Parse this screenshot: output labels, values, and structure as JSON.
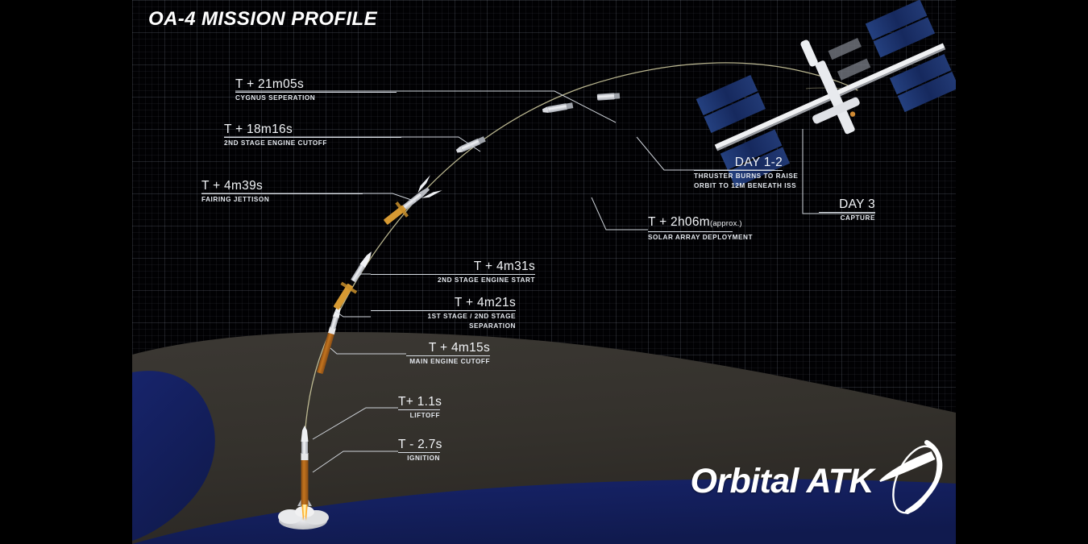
{
  "title": "OA-4 MISSION PROFILE",
  "brand": {
    "name": "Orbital ATK",
    "swoosh_icon": "orbit-swoosh-icon",
    "logo_color": "#ffffff"
  },
  "colors": {
    "background": "#000000",
    "grid_line": "#8e9aab",
    "land": "#35322e",
    "ocean": "#14205e",
    "trajectory": "#c8c39a",
    "label_text": "#f2f4f7",
    "leader_line": "#d8dde4",
    "rocket_stage1": "#c2741f",
    "rocket_body": "#e8e9ec",
    "iss_panel": "#1b3470",
    "flame": "#ff8a1e"
  },
  "annotations": [
    {
      "id": "cygnus-separation",
      "time": "T + 21m05s",
      "event": "CYGNUS SEPERATION",
      "align": "left"
    },
    {
      "id": "second-stage-engine-cutoff",
      "time": "T + 18m16s",
      "event": "2ND STAGE ENGINE CUTOFF",
      "align": "left"
    },
    {
      "id": "fairing-jettison",
      "time": "T + 4m39s",
      "event": "FAIRING JETTISON",
      "align": "left"
    },
    {
      "id": "second-stage-engine-start",
      "time": "T + 4m31s",
      "event": "2ND STAGE ENGINE START",
      "align": "right"
    },
    {
      "id": "stage-separation",
      "time": "T + 4m21s",
      "event": "1ST STAGE / 2ND STAGE",
      "event2": "SEPARATION",
      "align": "right"
    },
    {
      "id": "main-engine-cutoff",
      "time": "T + 4m15s",
      "event": "MAIN ENGINE CUTOFF",
      "align": "right"
    },
    {
      "id": "liftoff",
      "time": "T+ 1.1s",
      "event": "LIFTOFF",
      "align": "right"
    },
    {
      "id": "ignition",
      "time": "T - 2.7s",
      "event": "IGNITION",
      "align": "right"
    },
    {
      "id": "solar-array-deployment",
      "time": "T + 2h06m",
      "time_note": "(approx.)",
      "event": "SOLAR ARRAY DEPLOYMENT",
      "align": "right"
    },
    {
      "id": "thruster-burns",
      "time": "DAY 1-2",
      "event": "THRUSTER BURNS TO RAISE",
      "event2": "ORBIT TO 12M BENEATH ISS",
      "align": "right"
    },
    {
      "id": "capture",
      "time": "DAY 3",
      "event": "CAPTURE",
      "align": "right"
    }
  ],
  "vehicles": [
    {
      "id": "rocket-on-pad",
      "name": "antares-launch-vehicle"
    },
    {
      "id": "rocket-ascent",
      "name": "antares-ascending"
    },
    {
      "id": "rocket-stage-sep",
      "name": "antares-stage-separation"
    },
    {
      "id": "rocket-fairing-jettison",
      "name": "cygnus-fairing-jettison"
    },
    {
      "id": "cygnus-coast-1",
      "name": "cygnus-spacecraft"
    },
    {
      "id": "cygnus-coast-2",
      "name": "cygnus-spacecraft"
    },
    {
      "id": "cygnus-coast-3",
      "name": "cygnus-spacecraft"
    },
    {
      "id": "iss",
      "name": "international-space-station"
    }
  ]
}
